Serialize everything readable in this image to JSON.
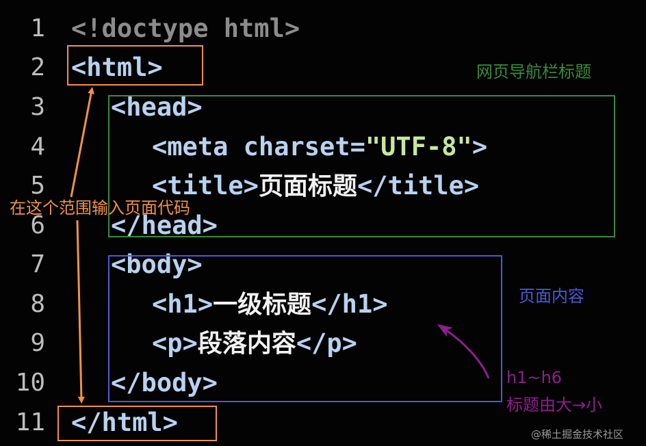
{
  "line_numbers": [
    "1",
    "2",
    "3",
    "4",
    "5",
    "6",
    "7",
    "8",
    "9",
    "10",
    "11"
  ],
  "code": {
    "l1": "<!doctype html>",
    "l2": "<html>",
    "l3": "<head>",
    "l4_pre": "<meta charset=",
    "l4_str": "\"UTF-8\"",
    "l4_post": ">",
    "l5_open": "<title>",
    "l5_text": "页面标题",
    "l5_close": "</title>",
    "l6": "</head>",
    "l7": "<body>",
    "l8_open": "<h1>",
    "l8_text": "一级标题",
    "l8_close": "</h1>",
    "l9_open": "<p>",
    "l9_text": "段落内容",
    "l9_close": "</p>",
    "l10": "</body>",
    "l11": "</html>"
  },
  "annotations": {
    "head": "网页导航栏标题",
    "body": "页面内容",
    "html": "在这个范围输入页面代码",
    "heading_line1": "h1~h6",
    "heading_line2": "标题由大→小"
  },
  "watermark": "@稀土掘金技术社区",
  "colors": {
    "background": "#030303",
    "orange": "#f0924a",
    "green": "#3b8a3b",
    "blue": "#4a5ad6",
    "purple": "#8e1f8e"
  }
}
